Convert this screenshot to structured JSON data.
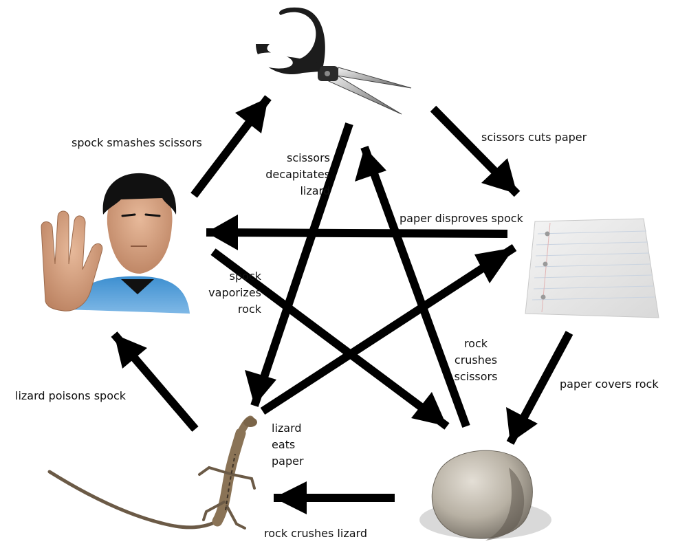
{
  "colors": {
    "arrow": "#000000",
    "text": "#111111",
    "background": "#ffffff"
  },
  "nodes": {
    "scissors": {
      "icon": "scissors-icon"
    },
    "paper": {
      "icon": "paper-icon"
    },
    "rock": {
      "icon": "rock-icon"
    },
    "lizard": {
      "icon": "lizard-icon"
    },
    "spock": {
      "icon": "spock-icon"
    }
  },
  "edges": {
    "scissors_cuts_paper": "scissors cuts paper",
    "paper_covers_rock": "paper covers rock",
    "rock_crushes_lizard": "rock crushes lizard",
    "lizard_poisons_spock": "lizard poisons spock",
    "spock_smashes_scissors": "spock smashes scissors",
    "scissors_decapitates_lizard": "scissors\ndecapitates\nlizard",
    "paper_disproves_spock": "paper disproves spock",
    "spock_vaporizes_rock": "spock\nvaporizes\nrock",
    "rock_crushes_scissors": "rock\ncrushes\nscissors",
    "lizard_eats_paper": "lizard\neats\npaper"
  }
}
